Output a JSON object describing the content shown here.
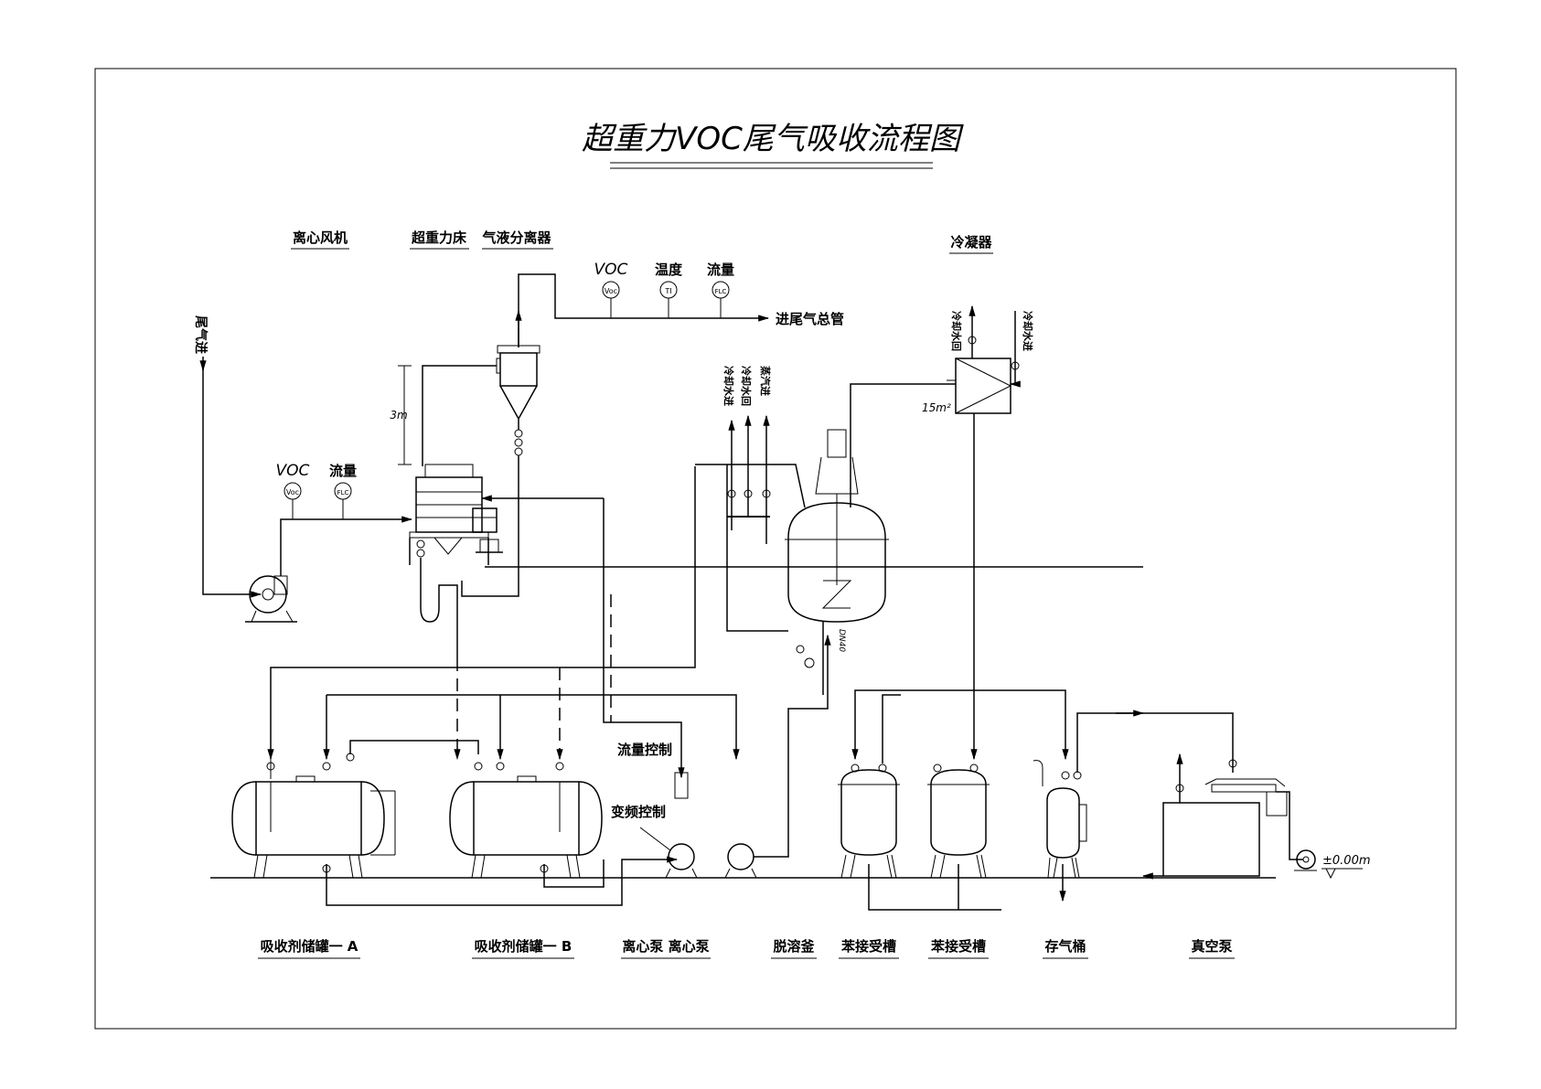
{
  "title": "超重力VOC尾气吸收流程图",
  "top_labels": {
    "fan": "离心风机",
    "bed": "超重力床",
    "separator": "气液分离器",
    "condenser": "冷凝器"
  },
  "instruments": {
    "voc": "VOC",
    "temp": "温度",
    "flow": "流量",
    "voc_symbol": "Voc",
    "ti_symbol": "TI",
    "flc_symbol": "FLC"
  },
  "pipe_labels": {
    "tail_gas_in": "尾气进",
    "to_main": "进尾气总管",
    "cool_in": "冷却水进",
    "cool_out": "冷却水回",
    "steam_in": "蒸汽进",
    "height": "3m",
    "area": "15m²",
    "dn": "DN40",
    "flow_control": "流量控制",
    "vfd_control": "变频控制",
    "elevation": "±0.00m"
  },
  "bottom_labels": [
    {
      "key": "tank_a",
      "text": "吸收剂储罐一 A"
    },
    {
      "key": "tank_b",
      "text": "吸收剂储罐一 B"
    },
    {
      "key": "pumps",
      "text": "离心泵 离心泵"
    },
    {
      "key": "still",
      "text": "脱溶釜"
    },
    {
      "key": "recv1",
      "text": "苯接受槽"
    },
    {
      "key": "recv2",
      "text": "苯接受槽"
    },
    {
      "key": "gas_tank",
      "text": "存气桶"
    },
    {
      "key": "vac_pump",
      "text": "真空泵"
    }
  ]
}
